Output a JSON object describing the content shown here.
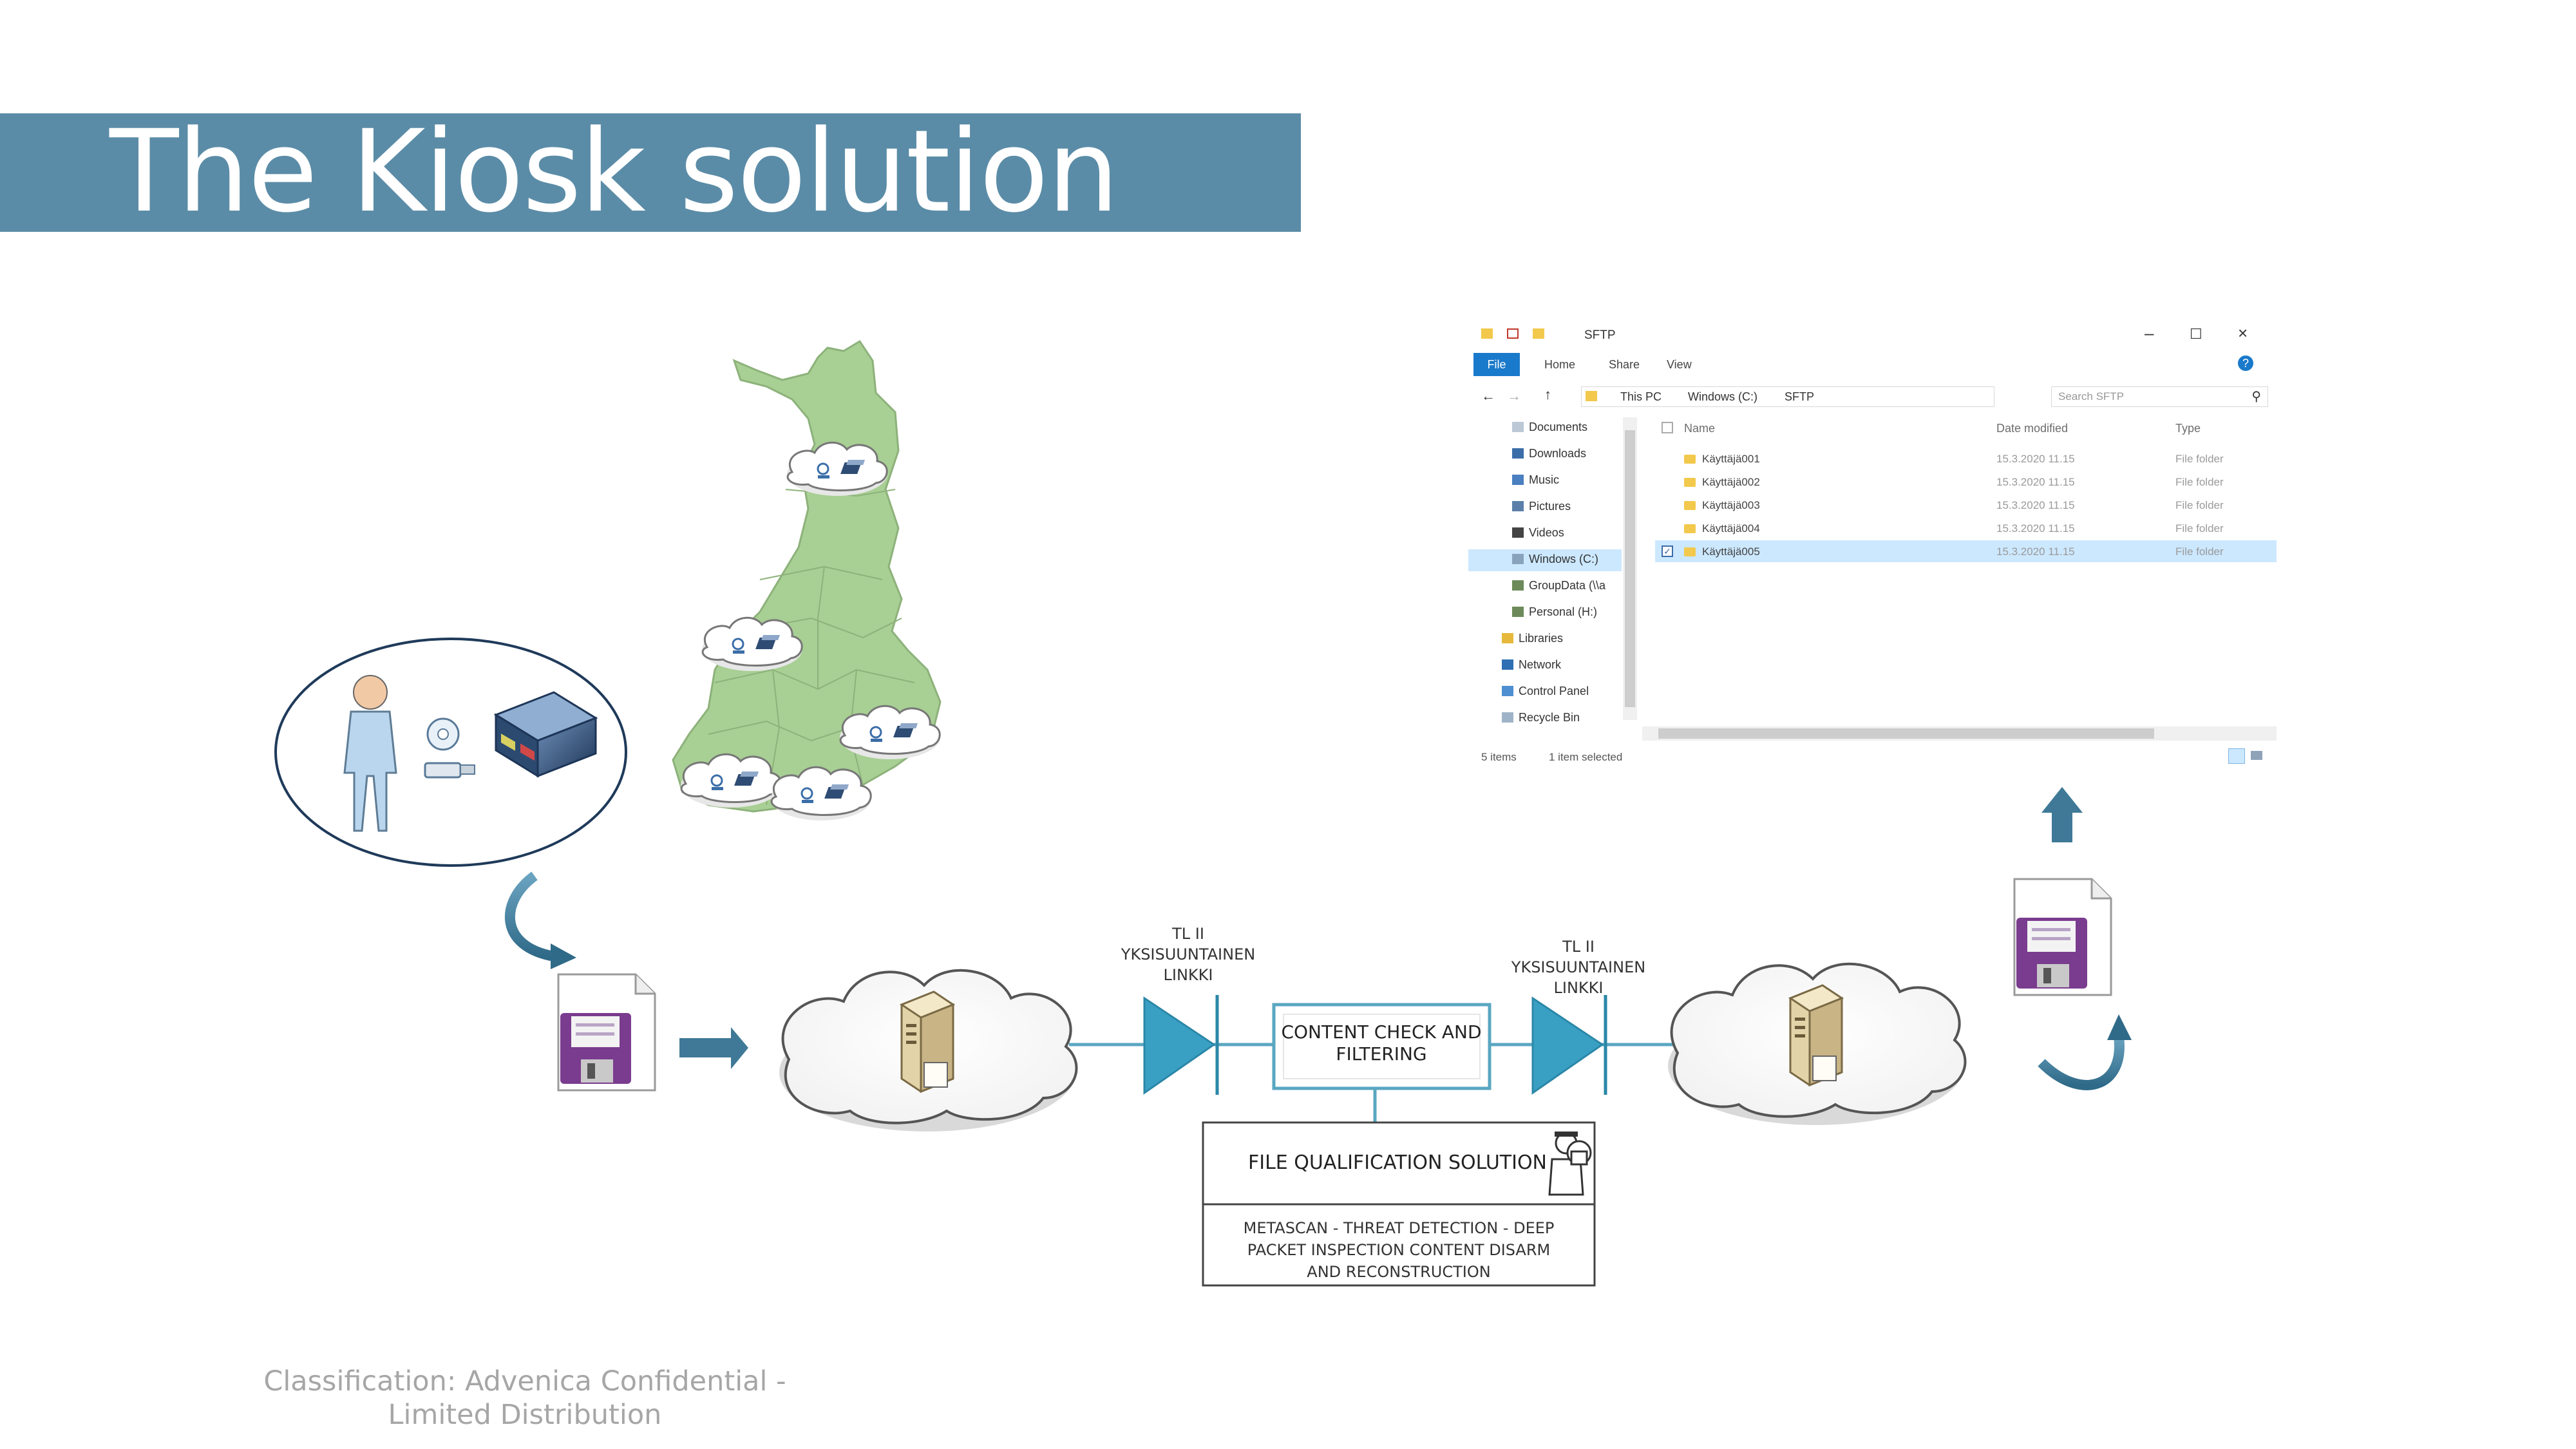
{
  "slide": {
    "title": "The Kiosk solution",
    "classification": "Classification: Advenica Confidential - Limited Distribution"
  },
  "diagram": {
    "link_left": [
      "TL II",
      "YKSISUUNTAINEN",
      "LINKKI"
    ],
    "link_right": [
      "TL II",
      "YKSISUUNTAINEN",
      "LINKKI"
    ],
    "content_check": [
      "CONTENT CHECK AND",
      "FILTERING"
    ],
    "fqs_title": "FILE QUALIFICATION SOLUTION",
    "fqs_details": [
      "METASCAN - THREAT DETECTION - DEEP",
      "PACKET INSPECTION   CONTENT DISARM",
      "AND RECONSTRUCTION"
    ],
    "colors": {
      "title_bar": "#5b8ca7",
      "line": "#5aa7c1",
      "triangle": "#3aa0c3",
      "map": "#a8cf94",
      "arrow": "#4a7f99"
    }
  },
  "explorer": {
    "window_title": "SFTP",
    "ribbon_tabs": [
      "File",
      "Home",
      "Share",
      "View"
    ],
    "breadcrumb": [
      "This PC",
      "Windows (C:)",
      "SFTP"
    ],
    "search_placeholder": "Search SFTP",
    "nav_items": [
      "Documents",
      "Downloads",
      "Music",
      "Pictures",
      "Videos",
      "Windows (C:)",
      "GroupData (\\\\a",
      "Personal (H:)",
      "Libraries",
      "Network",
      "Control Panel",
      "Recycle Bin"
    ],
    "columns": {
      "name": "Name",
      "date": "Date modified",
      "type": "Type"
    },
    "rows": [
      {
        "name": "Käyttäjä001",
        "date": "15.3.2020 11.15",
        "type": "File folder"
      },
      {
        "name": "Käyttäjä002",
        "date": "15.3.2020 11.15",
        "type": "File folder"
      },
      {
        "name": "Käyttäjä003",
        "date": "15.3.2020 11.15",
        "type": "File folder"
      },
      {
        "name": "Käyttäjä004",
        "date": "15.3.2020 11.15",
        "type": "File folder"
      },
      {
        "name": "Käyttäjä005",
        "date": "15.3.2020 11.15",
        "type": "File folder"
      }
    ],
    "status_items": "5 items",
    "status_selected": "1 item selected"
  }
}
